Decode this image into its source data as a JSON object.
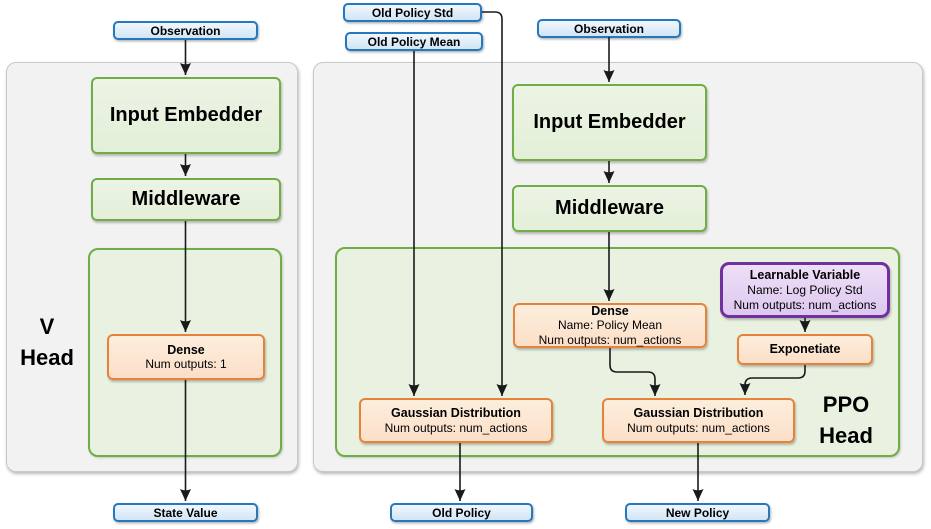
{
  "diagram": {
    "left_panel": {
      "head_label": [
        "V",
        "Head"
      ],
      "observation": "Observation",
      "input_embedder": "Input Embedder",
      "middleware": "Middleware",
      "dense": {
        "title": "Dense",
        "outputs": "Num outputs: 1"
      },
      "state_value": "State Value"
    },
    "right_panel": {
      "head_label": [
        "PPO",
        "Head"
      ],
      "old_policy_std": "Old Policy Std",
      "old_policy_mean": "Old Policy Mean",
      "observation": "Observation",
      "input_embedder": "Input Embedder",
      "middleware": "Middleware",
      "dense": {
        "title": "Dense",
        "name": "Name: Policy Mean",
        "outputs": "Num outputs: num_actions"
      },
      "learnable_variable": {
        "title": "Learnable Variable",
        "name": "Name: Log Policy Std",
        "outputs": "Num outputs: num_actions"
      },
      "exponetiate": "Exponetiate",
      "gaussian_old": {
        "title": "Gaussian Distribution",
        "outputs": "Num outputs: num_actions"
      },
      "gaussian_new": {
        "title": "Gaussian Distribution",
        "outputs": "Num outputs: num_actions"
      },
      "old_policy": "Old Policy",
      "new_policy": "New Policy"
    },
    "colors": {
      "io_border": "#2577BE",
      "io_fill": "#D9E8F6",
      "green_border": "#70AD47",
      "green_fill": "#E9F2E1",
      "orange_border": "#ED7D31",
      "orange_fill": "#FCE7D5",
      "purple_border": "#7030A0",
      "purple_fill": "#E5D4F2",
      "panel_fill": "#F2F2F2",
      "panel_border": "#C9C9C9",
      "arrow": "#1A1A1A"
    }
  }
}
